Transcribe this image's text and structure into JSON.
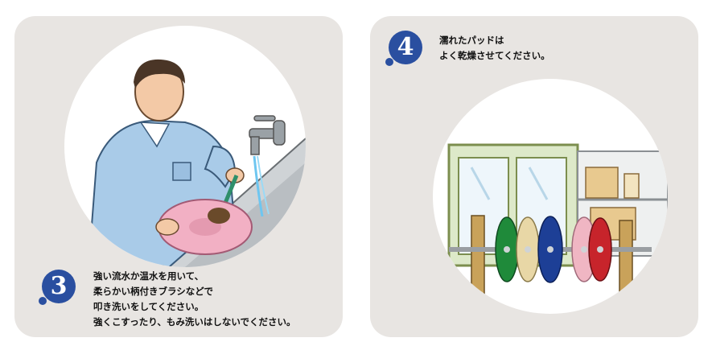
{
  "steps": [
    {
      "number": "3",
      "lines": [
        "強い流水か温水を用いて、",
        "柔らかい柄付きブラシなどで",
        "叩き洗いをしてください。",
        "強くこすったり、もみ洗いはしないでください。"
      ],
      "illustration_icon": "person-washing-pad-icon"
    },
    {
      "number": "4",
      "lines": [
        "濡れたパッドは",
        "よく乾燥させてください。"
      ],
      "illustration_icon": "pads-drying-rack-icon"
    }
  ],
  "colors": {
    "panel": "#e8e5e2",
    "badge": "#2a4fa0",
    "pad_green": "#1f8a3a",
    "pad_beige": "#e8d7a6",
    "pad_blue": "#1d3f96",
    "pad_pink": "#f0b6c3",
    "pad_red": "#c7242b"
  }
}
